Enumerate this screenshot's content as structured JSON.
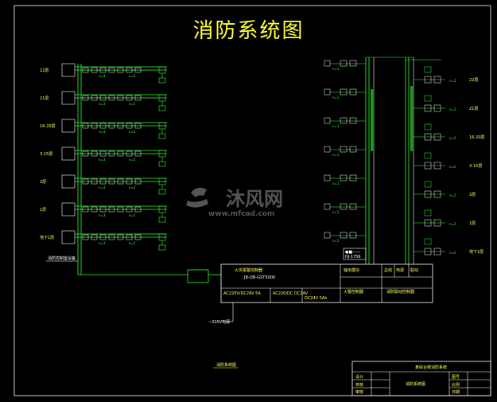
{
  "title": "消防系统图",
  "floors_left": [
    "22层",
    "21层",
    "16-20层",
    "3-15层",
    "2层",
    "1层",
    "地下1层"
  ],
  "floors_right": [
    "22层",
    "21层",
    "16-20层",
    "3-15层",
    "2层",
    "1层",
    "地下1层"
  ],
  "model_block": {
    "label": "火灾报警控制器",
    "model": "JB-QB-GST5000"
  },
  "power_block": {
    "left": "AC220V/DC24V 5A",
    "middle": "AC220/DC DC24V",
    "right": "DC24V 5Ah"
  },
  "power_input": "~220V电源",
  "left_footnote": "消防控制室设备",
  "bottom_caption": "消防系统图",
  "title_block": {
    "project": "某综合楼消防系统",
    "drawing": "消防系统图",
    "rows": [
      "设计",
      "校核",
      "审核"
    ],
    "right": [
      "图号",
      "比例",
      "日期"
    ]
  },
  "watermark": {
    "cn": "沐风网",
    "url": "www.mfcad.com"
  },
  "colors": {
    "line": "#33ff33",
    "text": "#ffff55",
    "white": "#ffffff"
  }
}
